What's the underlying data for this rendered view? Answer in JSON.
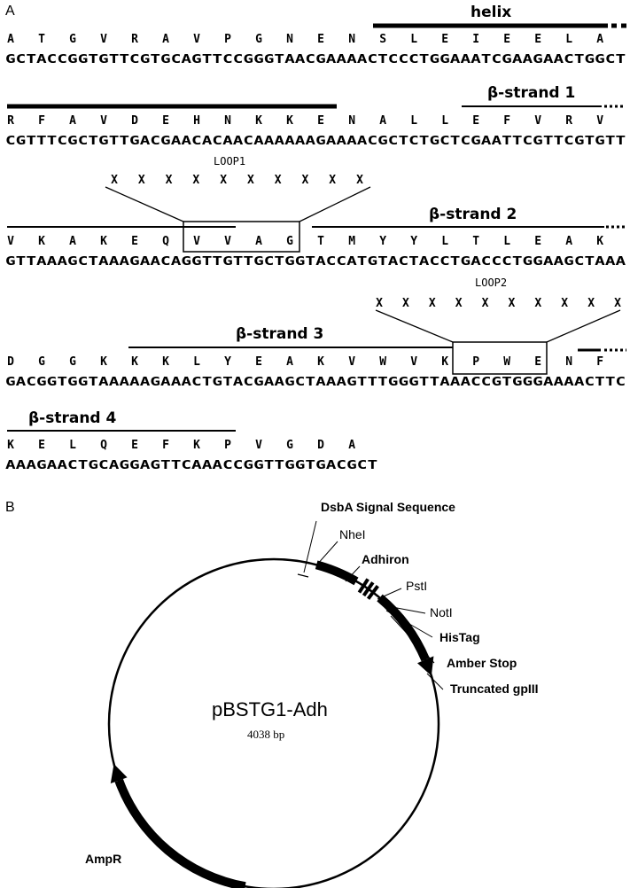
{
  "panel_a": {
    "letter": "A",
    "rows": [
      {
        "aa": "ATGVRAVPGNENSLEIEELA",
        "dna": "GCTACCGGTGTTCGTGCAGTTCCGGGTAACGAAAACTCCCTGGAAATCGAAGAACTGGCT"
      },
      {
        "aa": "RFAVDEHNKKENALLEFVRV",
        "dna": "CGTTTCGCTGTTGACGAACACAACAAAAAAGAAAACGCTCTGCTCGAATTCGTTCGTGTT"
      },
      {
        "aa": "VKAKEQVVAGTMYYLTLEAK",
        "dna": "GTTAAAGCTAAAGAACAGGTTGTTGCTGGTACCATGTACTACCTGACCCTGGAAGCTAAA"
      },
      {
        "aa": "DGGKKKLYEAKVWVKPWENF",
        "dna": "GACGGTGGTAAAAAGAAACTGTACGAAGCTAAAGTTTGGGTTAAACCGTGGGAAAACTTC"
      },
      {
        "aa": "KELQEFKPVGDA",
        "dna": "AAAGAACTGCAGGAGTTCAAACCGGTTGGTGACGCT"
      }
    ],
    "features": {
      "helix": "helix",
      "strand1": "β-strand 1",
      "strand2": "β-strand 2",
      "strand3": "β-strand 3",
      "strand4": "β-strand 4"
    },
    "loop1": {
      "label": "LOOP1",
      "residues": "XXXXXXXXXX"
    },
    "loop2": {
      "label": "LOOP2",
      "residues": "XXXXXXXXXX"
    }
  },
  "panel_b": {
    "letter": "B",
    "plasmid_name": "pBSTG1-Adh",
    "plasmid_size": "4038 bp",
    "labels": {
      "dsba": "DsbA Signal Sequence",
      "nhei": "NheI",
      "adhiron": "Adhiron",
      "psti": "PstI",
      "noti": "NotI",
      "histag": "HisTag",
      "amber": "Amber Stop",
      "gpiii": "Truncated gpIII",
      "ampr": "AmpR"
    }
  }
}
